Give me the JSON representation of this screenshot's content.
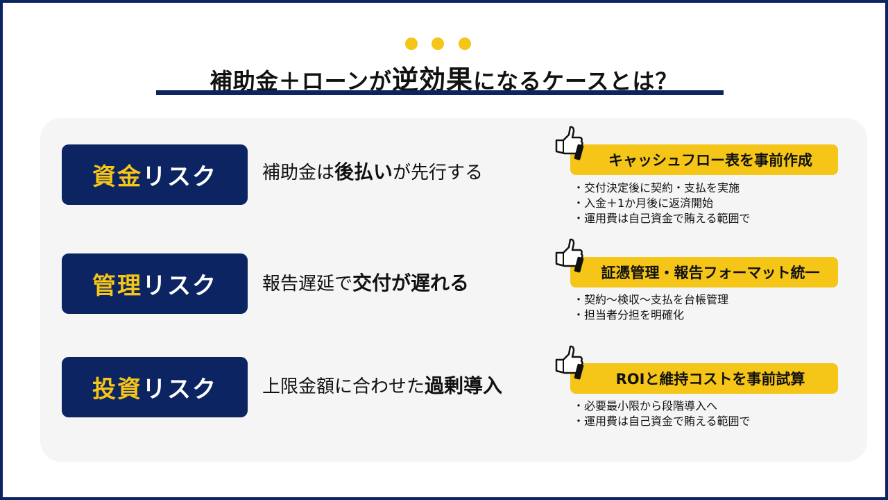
{
  "title": {
    "pre": "補助金＋ローンが",
    "em": "逆効果",
    "post": "になるケースとは？"
  },
  "rows": [
    {
      "label_accent": "資金",
      "label_rest": "リスク",
      "desc": [
        {
          "t": "補助金は",
          "b": false
        },
        {
          "t": "後払い",
          "b": true
        },
        {
          "t": "が先行する",
          "b": false
        }
      ],
      "action": "キャッシュフロー表を事前作成",
      "bullets": [
        "・交付決定後に契約・支払を実施",
        "・入金＋1か月後に返済開始",
        "・運用費は自己資金で賄える範囲で"
      ]
    },
    {
      "label_accent": "管理",
      "label_rest": "リスク",
      "desc": [
        {
          "t": "報告遅延で",
          "b": false
        },
        {
          "t": "交付が遅れる",
          "b": true
        }
      ],
      "action": "証憑管理・報告フォーマット統一",
      "bullets": [
        "・契約～検収～支払を台帳管理",
        "・担当者分担を明確化"
      ]
    },
    {
      "label_accent": "投資",
      "label_rest": "リスク",
      "desc": [
        {
          "t": "上限金額に合わせた",
          "b": false
        },
        {
          "t": "過剰導入",
          "b": true
        }
      ],
      "action": "ROIと維持コストを事前試算",
      "bullets": [
        "・必要最小限から段階導入へ",
        "・運用費は自己資金で賄える範囲で"
      ]
    }
  ],
  "colors": {
    "navy": "#0c2461",
    "yellow": "#f5c518",
    "panel": "#f5f5f5"
  }
}
